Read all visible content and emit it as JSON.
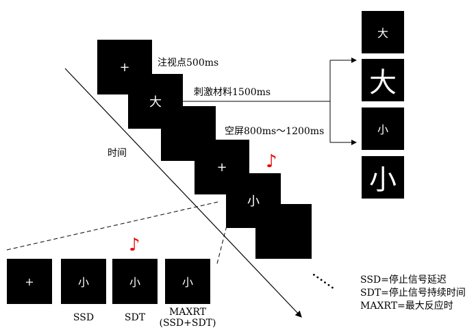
{
  "sequence": {
    "fixation": {
      "symbol": "+",
      "label": "注视点500ms"
    },
    "stimulus": {
      "symbol": "大",
      "label": "刺激材料1500ms"
    },
    "blank": {
      "label": "空屏800ms～1200ms"
    },
    "fixation2": {
      "symbol": "+"
    },
    "target": {
      "symbol": "小"
    },
    "time_label": "时间"
  },
  "stimuli_examples": [
    "大",
    "大",
    "小",
    "小"
  ],
  "stop_trial": {
    "frames": [
      {
        "symbol": "+",
        "caption": ""
      },
      {
        "symbol": "小",
        "caption": "SSD"
      },
      {
        "symbol": "小",
        "caption": "SDT"
      },
      {
        "symbol": "小",
        "caption": "MAXRT"
      }
    ],
    "maxrt_sub": "(SSD+SDT)"
  },
  "signal_icon": "♪",
  "ellipsis": "......",
  "legend": [
    "SSD=停止信号延迟",
    "SDT=停止信号持续时间",
    "MAXRT=最大反应时"
  ],
  "colors": {
    "signal": "#e00000",
    "screen": "#000000"
  }
}
